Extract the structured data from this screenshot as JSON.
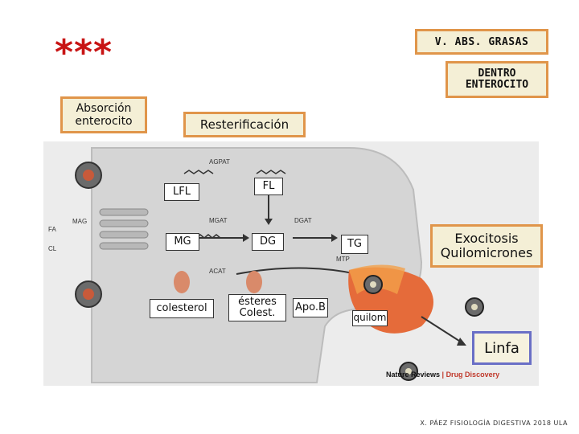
{
  "header": {
    "stars": "***",
    "title": "V. ABS. GRASAS",
    "subtitle": "DENTRO ENTEROCITO"
  },
  "labels": {
    "absorcion": "Absorción enterocito",
    "resterificacion": "Resterificación",
    "exocitosis": "Exocitosis Quilomicrones",
    "linfa": "Linfa"
  },
  "overlays": {
    "lfl": "LFL",
    "fl": "FL",
    "mg": "MG",
    "dg": "DG",
    "tg": "TG",
    "colesterol": "colesterol",
    "esteres": "ésteres Colest.",
    "apob": "Apo.B",
    "quilom": "quilom"
  },
  "figure": {
    "agpat": "AGPAT",
    "mgat": "MGAT",
    "dgat": "DGAT",
    "acat": "ACAT",
    "mtp": "MTP",
    "mag": "MAG",
    "fa": "FA",
    "cl": "CL",
    "brand_a": "Nature Reviews",
    "brand_sep": " | ",
    "brand_b": "Drug Discovery"
  },
  "credit": "X. PÁEZ  FISIOLOGÍA DIGESTIVA 2018 ULA",
  "colors": {
    "box_border": "#e0954a",
    "box_fill": "#f4efd6",
    "stars": "#c81414",
    "linfa_border": "#6a6fc6",
    "cell": "#dcdcdc"
  }
}
